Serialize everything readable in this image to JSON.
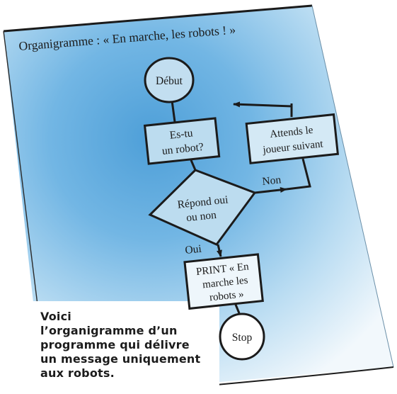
{
  "title": "Organigramme : « En marche, les robots ! »",
  "nodes": {
    "start": "Début",
    "question": [
      "Es-tu",
      "un robot?"
    ],
    "decision": [
      "Répond oui",
      "ou non"
    ],
    "wait": [
      "Attends le",
      "joueur suivant"
    ],
    "print": [
      "PRINT « En",
      "marche les",
      "robots »"
    ],
    "stop": "Stop"
  },
  "branches": {
    "no": "Non",
    "yes": "Oui"
  },
  "caption": [
    "Voici",
    "l’organigramme d’un",
    "programme qui délivre",
    "un message uniquement",
    "aux robots."
  ],
  "colors": {
    "paper_blue": "#58a8dc",
    "ink": "#1b1b1b",
    "box_fill": "#c8e2f1"
  }
}
